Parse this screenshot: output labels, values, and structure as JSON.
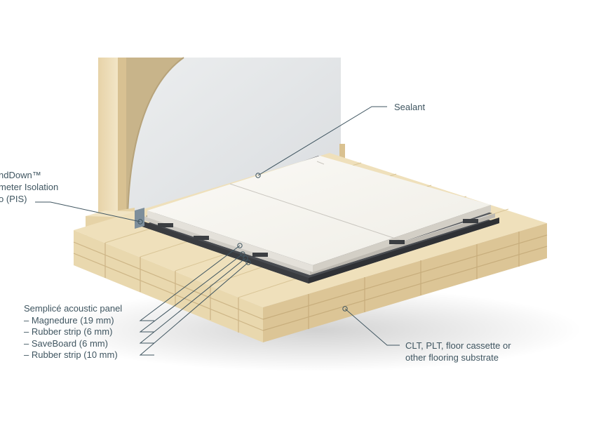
{
  "labels": {
    "sealant": "Sealant",
    "pis_line1": "ndDown™",
    "pis_line2": "meter Isolation",
    "pis_line3": "o (PIS)",
    "panel_title": "Semplicé acoustic panel",
    "panel_items": [
      "–  Magnedure (19 mm)",
      "–  Rubber strip (6 mm)",
      "–  SaveBoard (6 mm)",
      "–  Rubber strip (10 mm)"
    ],
    "substrate_line1": "CLT, PLT, floor cassette or",
    "substrate_line2": "other flooring substrate"
  },
  "colors": {
    "wood_light": "#f1e4c3",
    "wood_mid": "#e2cfa3",
    "wood_dark": "#cdb586",
    "wall": "#e7e8ea",
    "panel_top": "#f7f6f2",
    "rubber": "#4a4d52",
    "leader": "#3f5560"
  }
}
